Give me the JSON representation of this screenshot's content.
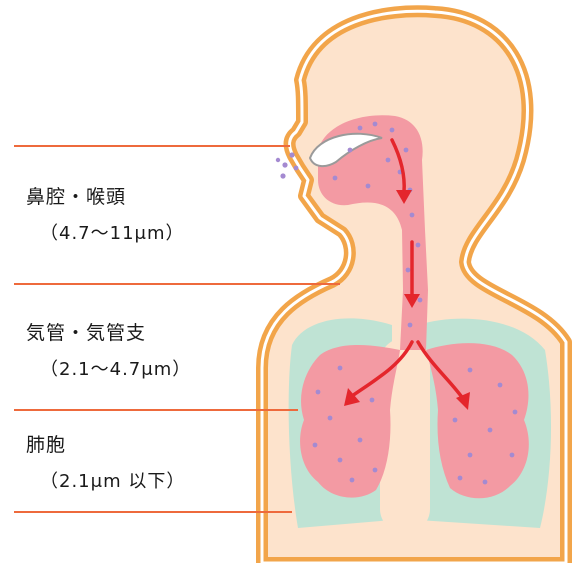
{
  "regions": [
    {
      "name": "鼻腔・喉頭",
      "range": "（4.7〜11μm）"
    },
    {
      "name": "気管・気管支",
      "range": "（2.1〜4.7μm）"
    },
    {
      "name": "肺胞",
      "range": "（2.1μm 以下）"
    }
  ],
  "colors": {
    "outline": "#f2a54a",
    "body": "#fde3cc",
    "lung": "#bfe3d4",
    "airway": "#f39aa3",
    "particle": "#a48ad1",
    "arrow": "#e4262c",
    "guide_line": "#ee6a3c"
  }
}
